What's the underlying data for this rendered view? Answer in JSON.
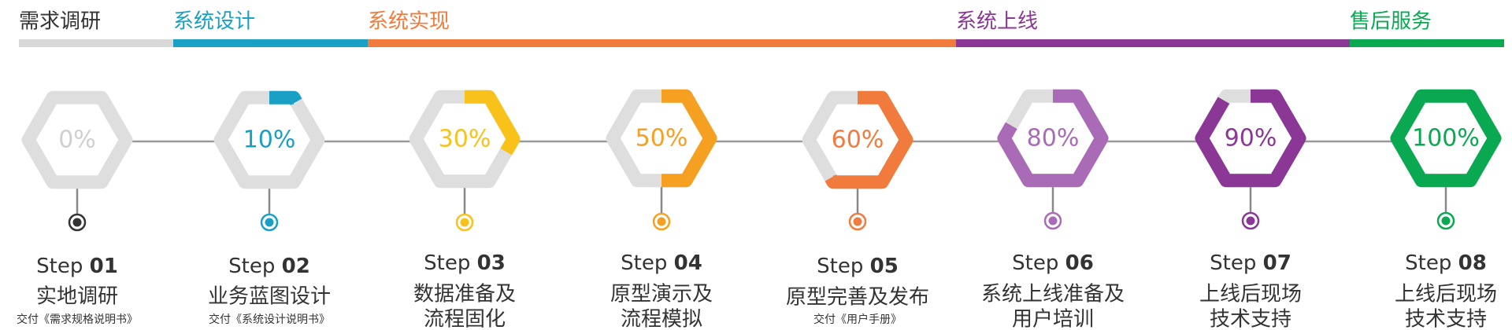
{
  "phases": [
    {
      "label": "需求调研",
      "color": "#d9d9d9",
      "text_color": "#333333"
    },
    {
      "label": "系统设计",
      "color": "#1a9fc5",
      "text_color": "#1a9fc5"
    },
    {
      "label": "系统实现",
      "color": "#f07b3c",
      "text_color": "#f07b3c"
    },
    {
      "label": "系统上线",
      "color": "#8a3795",
      "text_color": "#8a3795"
    },
    {
      "label": "售后服务",
      "color": "#0aa851",
      "text_color": "#0aa851"
    }
  ],
  "track_color": "#dedede",
  "steps": [
    {
      "step_word": "Step",
      "step_no": "01",
      "percent_label": "0%",
      "progress": 0,
      "color": "#cfcfcf",
      "dot_color": "#333333",
      "title": [
        "实地调研"
      ],
      "note": "交付《需求规格说明书》"
    },
    {
      "step_word": "Step",
      "step_no": "02",
      "percent_label": "10%",
      "progress": 0.1,
      "color": "#1a9fc5",
      "dot_color": "#1a9fc5",
      "title": [
        "业务蓝图设计"
      ],
      "note": "交付《系统设计说明书》"
    },
    {
      "step_word": "Step",
      "step_no": "03",
      "percent_label": "30%",
      "progress": 0.3,
      "color": "#f9c21a",
      "dot_color": "#f9c21a",
      "title": [
        "数据准备及",
        "流程固化"
      ],
      "note": ""
    },
    {
      "step_word": "Step",
      "step_no": "04",
      "percent_label": "50%",
      "progress": 0.5,
      "color": "#f5a020",
      "dot_color": "#f5a020",
      "title": [
        "原型演示及",
        "流程模拟"
      ],
      "note": ""
    },
    {
      "step_word": "Step",
      "step_no": "05",
      "percent_label": "60%",
      "progress": 0.6,
      "color": "#f07b3c",
      "dot_color": "#f07b3c",
      "title": [
        "原型完善及发布"
      ],
      "note": "交付《用户手册》"
    },
    {
      "step_word": "Step",
      "step_no": "06",
      "percent_label": "80%",
      "progress": 0.8,
      "color": "#a96bb5",
      "dot_color": "#a96bb5",
      "title": [
        "系统上线准备及",
        "用户培训"
      ],
      "note": ""
    },
    {
      "step_word": "Step",
      "step_no": "07",
      "percent_label": "90%",
      "progress": 0.9,
      "color": "#8a3795",
      "dot_color": "#8a3795",
      "title": [
        "上线后现场",
        "技术支持"
      ],
      "note": ""
    },
    {
      "step_word": "Step",
      "step_no": "08",
      "percent_label": "100%",
      "progress": 1.0,
      "color": "#0aa851",
      "dot_color": "#0aa851",
      "title": [
        "上线后现场",
        "技术支持"
      ],
      "note": ""
    }
  ]
}
